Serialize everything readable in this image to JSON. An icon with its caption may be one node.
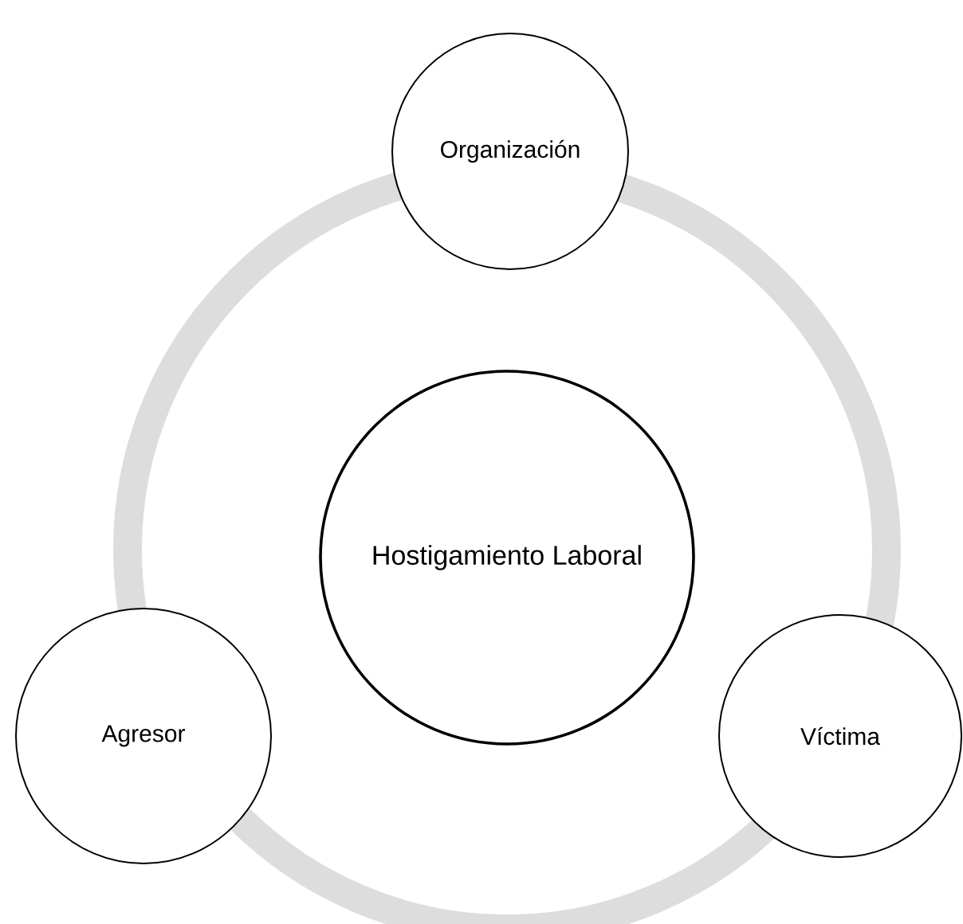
{
  "diagram": {
    "nodes": [
      {
        "text": [
          "Organización"
        ]
      },
      {
        "text": [
          "Hostigamiento Laboral"
        ]
      },
      {
        "text": [
          "Agresor"
        ]
      },
      {
        "text": [
          "Víctima"
        ]
      }
    ]
  }
}
